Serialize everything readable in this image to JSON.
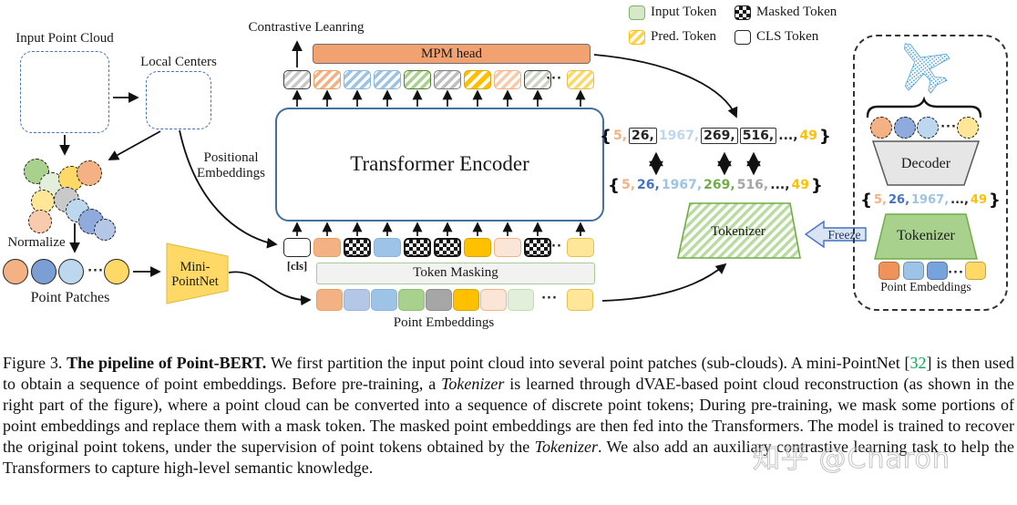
{
  "figure": {
    "legend": [
      {
        "label": "Input Token",
        "swatch": "input"
      },
      {
        "label": "Masked Token",
        "swatch": "masked"
      },
      {
        "label": "Pred. Token",
        "swatch": "pred"
      },
      {
        "label": "CLS Token",
        "swatch": "cls"
      }
    ],
    "left": {
      "input_point_cloud": "Input Point Cloud",
      "local_centers": "Local Centers",
      "normalize": "Normalize",
      "point_patches": "Point Patches",
      "mini_pointnet_line1": "Mini-",
      "mini_pointnet_line2": "PointNet",
      "positional_line1": "Positional",
      "positional_line2": "Embeddings"
    },
    "middle": {
      "contrastive": "Contrastive Leanring",
      "mpm_head": "MPM head",
      "encoder": "Transformer Encoder",
      "cls": "[cls]",
      "token_masking": "Token Masking",
      "point_embeddings": "Point Embeddings",
      "ellipsis": "···"
    },
    "tokens": {
      "output": [
        {
          "kind": "hatch",
          "color": "#C9C9C9",
          "border": "#404040"
        },
        {
          "kind": "hatch",
          "color": "#F4B183",
          "border": "#E8A05F"
        },
        {
          "kind": "hatch",
          "color": "#9DC3E6",
          "border": "#8AB4DC"
        },
        {
          "kind": "hatch",
          "color": "#9DC3E6",
          "border": "#8AB4DC"
        },
        {
          "kind": "hatch",
          "color": "#A9D18E",
          "border": "#538135"
        },
        {
          "kind": "hatch",
          "color": "#BFBFBF",
          "border": "#7F7F7F"
        },
        {
          "kind": "hatch-bold",
          "color": "#FFC000",
          "border": "#D8A400"
        },
        {
          "kind": "hatch",
          "color": "#F8CBAD",
          "border": "#F4B183"
        },
        {
          "kind": "hatch",
          "color": "#CDD3C5",
          "border": "#404040"
        },
        {
          "kind": "ellipsis"
        },
        {
          "kind": "hatch",
          "color": "#FFD966",
          "border": "#E8C14C"
        }
      ],
      "input": [
        {
          "kind": "cls",
          "color": "#FFFFFF",
          "border": "#262626"
        },
        {
          "kind": "solid",
          "color": "#F4B183",
          "border": "#E8A05F"
        },
        {
          "kind": "masked"
        },
        {
          "kind": "solid",
          "color": "#9DC3E6",
          "border": "#8AB4DC"
        },
        {
          "kind": "masked"
        },
        {
          "kind": "masked"
        },
        {
          "kind": "solid",
          "color": "#FFC000",
          "border": "#D8A400"
        },
        {
          "kind": "solid",
          "color": "#FBE5D6",
          "border": "#F4B183"
        },
        {
          "kind": "masked"
        },
        {
          "kind": "ellipsis"
        },
        {
          "kind": "solid",
          "color": "#FFE699",
          "border": "#E8C14C"
        }
      ],
      "embeddings": [
        {
          "kind": "solid",
          "color": "#F4B183",
          "border": "#E8A05F"
        },
        {
          "kind": "solid",
          "color": "#B4C7E7",
          "border": "#9DB3D9"
        },
        {
          "kind": "solid",
          "color": "#9DC3E6",
          "border": "#8AB4DC"
        },
        {
          "kind": "solid",
          "color": "#A9D18E",
          "border": "#8FBE72"
        },
        {
          "kind": "solid",
          "color": "#A6A6A6",
          "border": "#8C8C8C"
        },
        {
          "kind": "solid",
          "color": "#FFC000",
          "border": "#D8A400"
        },
        {
          "kind": "solid",
          "color": "#FBE5D6",
          "border": "#F4B183"
        },
        {
          "kind": "solid",
          "color": "#E2EFDA",
          "border": "#C3DCAC"
        },
        {
          "kind": "ellipsis"
        },
        {
          "kind": "solid",
          "color": "#FFE699",
          "border": "#E8C14C"
        }
      ]
    },
    "sequences": {
      "predicted": {
        "open": "{",
        "close": "}",
        "items": [
          {
            "text": "5,",
            "color": "#F4B183"
          },
          {
            "text": "26,",
            "color": "#262626",
            "boxed": true
          },
          {
            "text": "1967,",
            "color": "#BDD7EE"
          },
          {
            "text": "269,",
            "color": "#262626",
            "boxed": true
          },
          {
            "text": "516,",
            "color": "#262626",
            "boxed": true
          },
          {
            "text": "...,",
            "color": "#262626"
          },
          {
            "text": "49",
            "color": "#FFC000"
          }
        ]
      },
      "groundtruth": {
        "open": "{",
        "close": "}",
        "items": [
          {
            "text": "5,",
            "color": "#F4B183"
          },
          {
            "text": "26,",
            "color": "#4472C4"
          },
          {
            "text": "1967,",
            "color": "#9DC3E6"
          },
          {
            "text": "269,",
            "color": "#70AD47"
          },
          {
            "text": "516,",
            "color": "#A6A6A6"
          },
          {
            "text": "...,",
            "color": "#262626"
          },
          {
            "text": "49",
            "color": "#FFC000"
          }
        ]
      },
      "dvae": {
        "open": "{",
        "close": "}",
        "items": [
          {
            "text": "5,",
            "color": "#F4B183"
          },
          {
            "text": "26,",
            "color": "#4472C4"
          },
          {
            "text": "1967,",
            "color": "#9DC3E6"
          },
          {
            "text": "...,",
            "color": "#262626"
          },
          {
            "text": "49",
            "color": "#FFC000"
          }
        ]
      }
    },
    "right_panel": {
      "decoder": "Decoder",
      "tokenizer": "Tokenizer",
      "tokenizer_frozen": "Tokenizer",
      "freeze": "Freeze",
      "point_embeddings": "Point Embeddings",
      "circle_colors": [
        "#F4B183",
        "#8FAADC",
        "#BDD7EE",
        "#FFE699"
      ],
      "square_colors": [
        "#F0935B",
        "#9DC3E6",
        "#76A3DC",
        "#FFD966"
      ]
    },
    "cluster_colors": [
      "#A9D18E",
      "#E2EFDA",
      "#FFD966",
      "#F4B183",
      "#FFE699",
      "#C9C9C9",
      "#BDD7EE",
      "#F8CBAD",
      "#8FAADC",
      "#B4C7E7"
    ],
    "patch_colors": [
      "#F4B183",
      "#7B9FD4",
      "#BDD7EE",
      "#FFD966"
    ]
  },
  "caption": {
    "segments": [
      {
        "text": "Figure 3. "
      },
      {
        "text": "The pipeline of Point-BERT. ",
        "style": "b"
      },
      {
        "text": "We first partition the input point cloud into several point patches (sub-clouds). A mini-PointNet ["
      },
      {
        "text": "32",
        "style": "g"
      },
      {
        "text": "] is then used to obtain a sequence of point embeddings. Before pre-training, a "
      },
      {
        "text": "Tokenizer",
        "style": "i"
      },
      {
        "text": " is learned through dVAE-based point cloud reconstruction (as shown in the right part of the figure), where a point cloud can be converted into a sequence of discrete point tokens; During pre-training, we mask some portions of point embeddings and replace them with a mask token. The masked point embeddings are then fed into the Transformers. The model is trained to recover the original point tokens, under the supervision of point tokens obtained by the "
      },
      {
        "text": "Tokenizer",
        "style": "i"
      },
      {
        "text": ". We also add an auxiliary contrastive learning task to help the Transformers to capture high-level semantic knowledge."
      }
    ]
  },
  "watermark": "知乎 @Charon",
  "colors": {
    "accent_blue_border": "#4472C4",
    "encoder_border": "#456F9E",
    "mpm_fill": "#F2A170",
    "tokenizer_green": "#A9D18E",
    "tokenizer_border": "#70AD47",
    "freeze_fill": "#DAE3F3",
    "decoder_fill": "#E7E6E6",
    "mini_pointnet_fill": "#FFD966"
  }
}
